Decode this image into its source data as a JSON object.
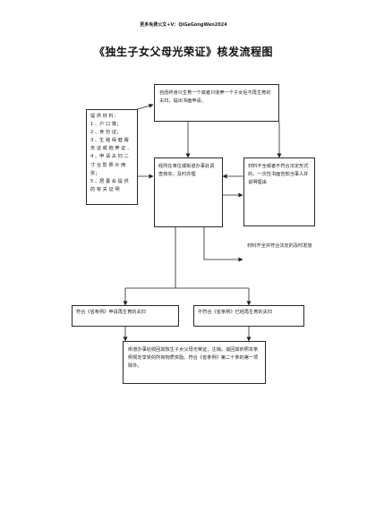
{
  "header": {
    "note": "更多免费公文+V：QiGeGongWen2024"
  },
  "title": "《独生子女父母光荣证》核发流程图",
  "nodes": {
    "apply": {
      "text": "自愿终身只生育一个或者只收养一个子女后不再生育的夫妇，提出书面申请。"
    },
    "materials": {
      "lines": [
        "提 供 材 料：",
        "1 、户 口 簿；",
        "2 、身 份 证；",
        "3 、生 殖 保 健 服 务 证 或 抱 养 证 、 4 、申 请 夫 妇 二 寸 合 影 照 片 两 张；",
        "5 、居 委 会 提 供 的 有 关 证 明"
      ]
    },
    "review": {
      "text": "经所在单位或街道办事处调查核实，及时办理"
    },
    "incomplete": {
      "text": "材料不全或者不符合法定形式的，一次性书面告知当事人并说明理由"
    },
    "complete": {
      "text": "材料齐全并符合法定的及时发放"
    },
    "left_case": {
      "text": "符合《省条例》申请再生育的夫妇"
    },
    "right_case": {
      "text": "不符合《省条例》已经再生育的夫妇"
    },
    "revoke": {
      "text": "街道办事处收回其独生子女父母光荣证，注销。追回其依照本条例规定享受的所有物质奖励。符合《省条例》第二十条的第一项除外。"
    }
  }
}
